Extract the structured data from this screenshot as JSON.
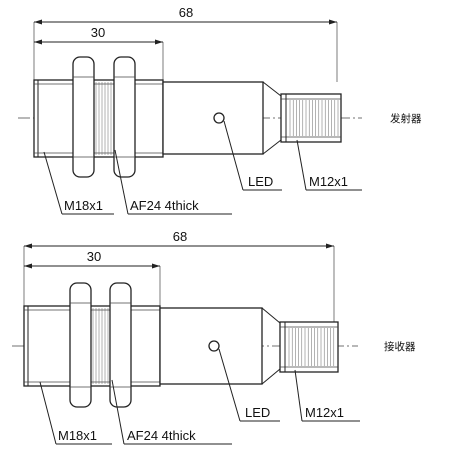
{
  "sensors": [
    {
      "id": "emitter",
      "overall_length": "68",
      "thread_length": "30",
      "thread_label": "M18x1",
      "nut_label": "AF24 4thick",
      "led_label": "LED",
      "connector_label": "M12x1",
      "side_label": "发射器"
    },
    {
      "id": "receiver",
      "overall_length": "68",
      "thread_length": "30",
      "thread_label": "M18x1",
      "nut_label": "AF24 4thick",
      "led_label": "LED",
      "connector_label": "M12x1",
      "side_label": "接收器"
    }
  ]
}
